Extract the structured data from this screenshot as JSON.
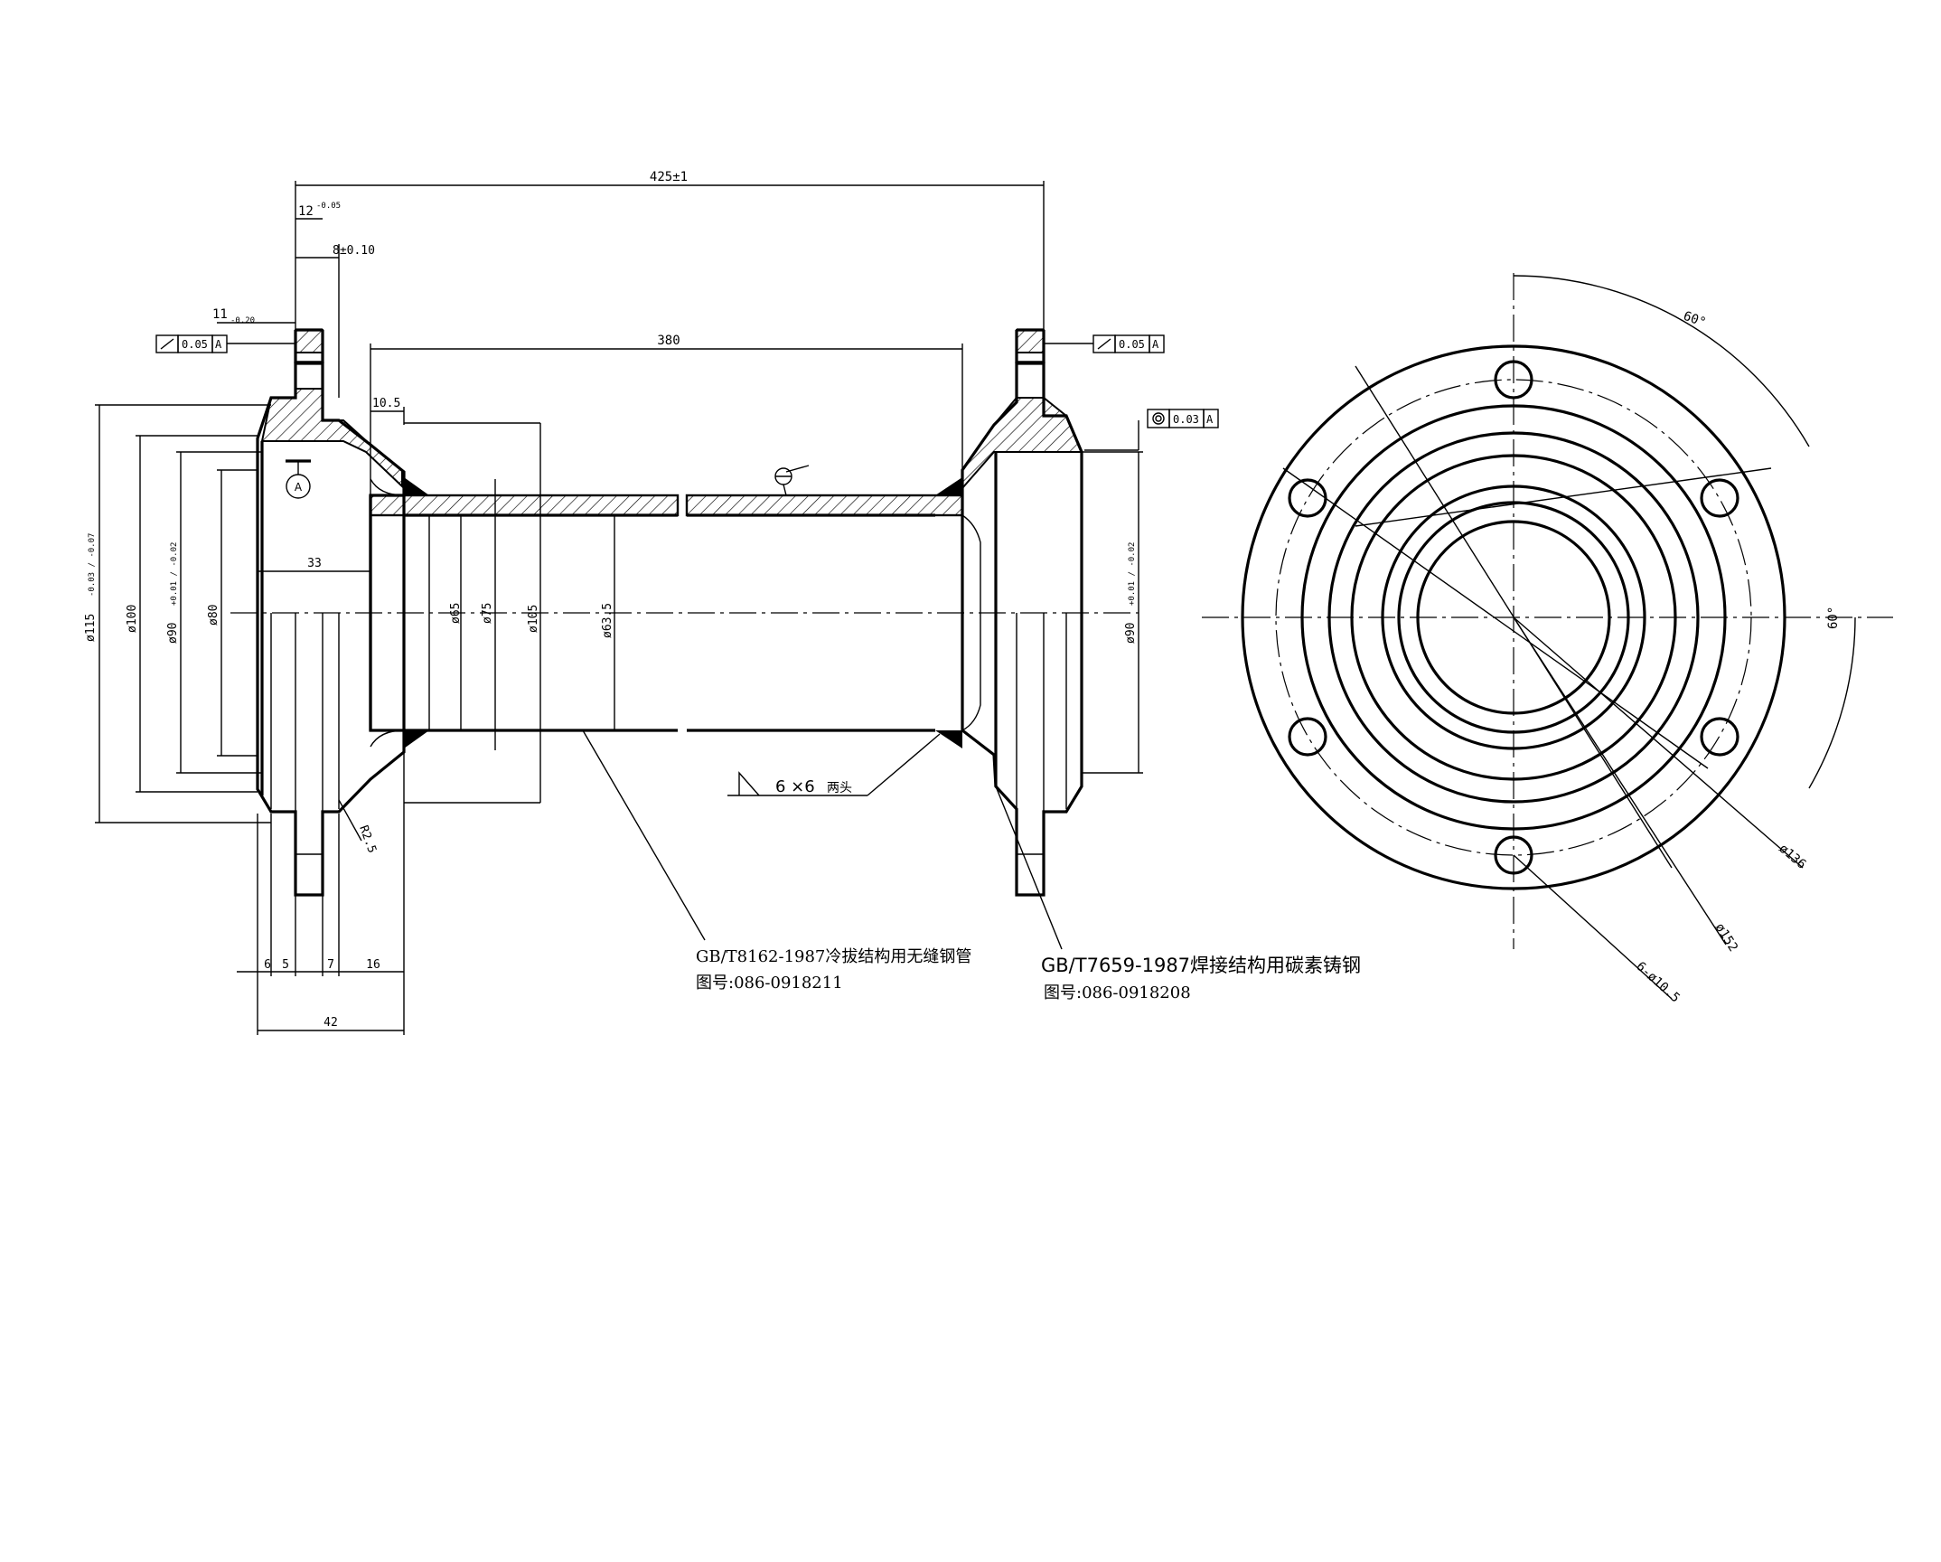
{
  "dimensions": {
    "overall_length": "425±1",
    "pipe_length": "380",
    "flange_thk": "12",
    "flange_thk_tol": "-0.05",
    "spigot": "8±0.10",
    "offset_11": "11",
    "offset_11_tol": "-0.20",
    "dim_10_5": "10.5",
    "dim_33": "33",
    "dia_115": "ø115",
    "dia_115_tol": "-0.03 / -0.07",
    "dia_100": "ø100",
    "dia_90_left": "ø90",
    "dia_90_right": "ø90",
    "dia_90_tol": "+0.01 / -0.02",
    "dia_80": "ø80",
    "dia_65": "ø65",
    "dia_75": "ø75",
    "dia_105": "ø105",
    "dia_63_5": "ø63.5",
    "radius": "R2.5",
    "bottom_6": "6",
    "bottom_5": "5",
    "bottom_7": "7",
    "bottom_16": "16",
    "bottom_42": "42",
    "dia_136": "ø136",
    "dia_152": "ø152",
    "holes": "6-ø10.5",
    "angle_top": "60°",
    "angle_right": "60°"
  },
  "tolerances": {
    "left_runout_value": "0.05",
    "left_runout_datum": "A",
    "right_runout_value": "0.05",
    "right_runout_datum": "A",
    "coax_value": "0.03",
    "coax_datum": "A",
    "datum_label": "A"
  },
  "weld": {
    "symbol_text": "6 ×6",
    "note": "两头"
  },
  "notes": {
    "pipe_spec": "GB/T8162-1987冷拔结构用无缝钢管",
    "pipe_drawing_no": "图号:086-0918211",
    "flange_spec": "GB/T7659-1987焊接结构用碳素铸钢",
    "flange_drawing_no": "图号:086-0918208"
  },
  "colors": {
    "ink": "#000000",
    "paper": "#ffffff"
  }
}
